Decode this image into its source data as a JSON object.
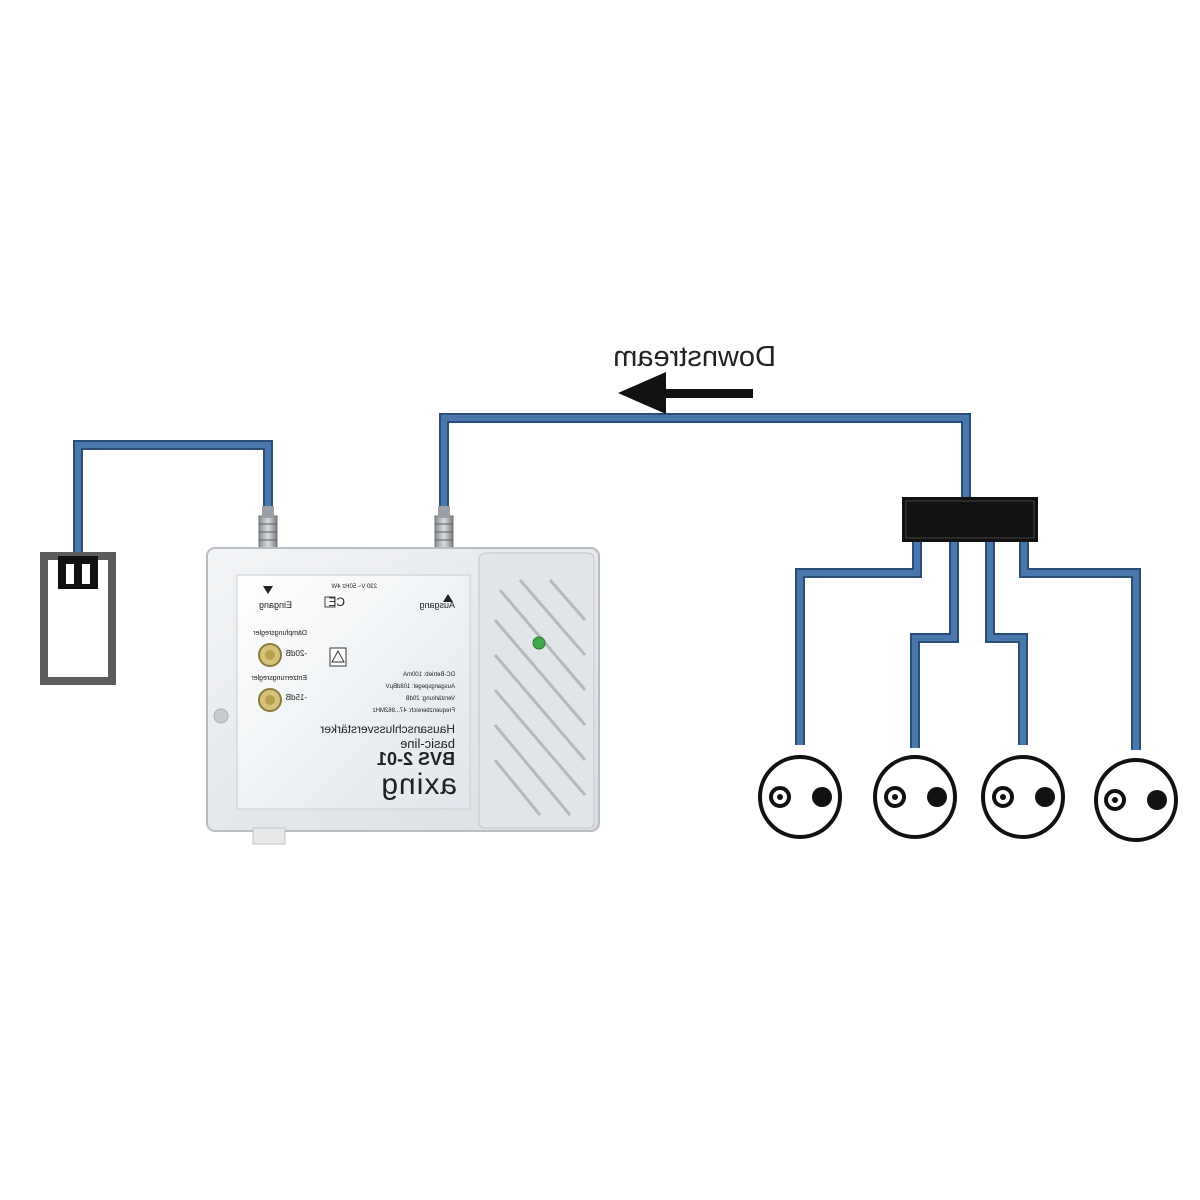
{
  "flow": {
    "direction_label": "Downstream",
    "direction_icon": "arrow-left-icon"
  },
  "amplifier": {
    "brand": "axing",
    "model": "BVS 2-01",
    "line": "basic-line",
    "type": "Hausanschlussverstärker",
    "port_input": "Eingang",
    "port_output": "Ausgang",
    "control_1_label": "Dämpfungsregler",
    "control_1_value": "-20dB",
    "control_2_label": "Entzerrungsregler",
    "control_2_value": "-15dB",
    "spec_lines": [
      "Frequenzbereich: 47...862MHz",
      "Verstärkung: 20dB",
      "Ausgangspegel: 108dBµV",
      "DC-Betrieb: 100mA"
    ],
    "mark_ce": "CE",
    "power": "230 V~ 50Hz 4W",
    "led_color": "#3fa84a"
  },
  "wiring": {
    "cable_color": "#4a78ad"
  },
  "outlets": {
    "count": 4
  }
}
